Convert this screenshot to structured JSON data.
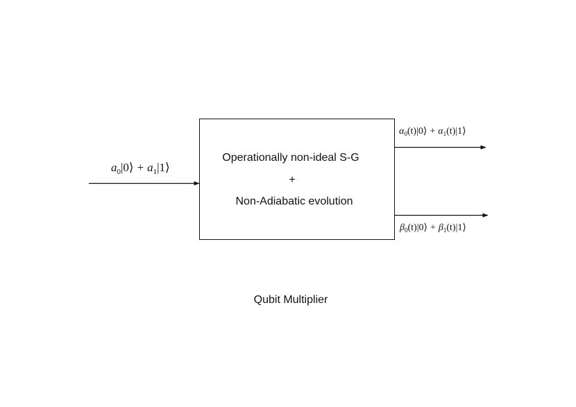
{
  "diagram": {
    "input_state": {
      "a0": "a",
      "sub0": "0",
      "ket0": "|0⟩",
      "plus": "+",
      "a1": "a",
      "sub1": "1",
      "ket1": "|1⟩"
    },
    "output_upper": {
      "alpha0": "α",
      "sub0": "0",
      "t0": "(t)",
      "ket0": "|0⟩",
      "plus": "+",
      "alpha1": "α",
      "sub1": "1",
      "t1": "(t)",
      "ket1": "|1⟩"
    },
    "output_lower": {
      "beta0": "β",
      "sub0": "0",
      "t0": "(t)",
      "ket0": "|0⟩",
      "plus": "+",
      "beta1": "β",
      "sub1": "1",
      "t1": "(t)",
      "ket1": "|1⟩"
    },
    "box": {
      "line1": "Operationally non-ideal S-G",
      "line2": "+",
      "line3": "Non-Adiabatic evolution"
    },
    "caption": "Qubit Multiplier"
  }
}
